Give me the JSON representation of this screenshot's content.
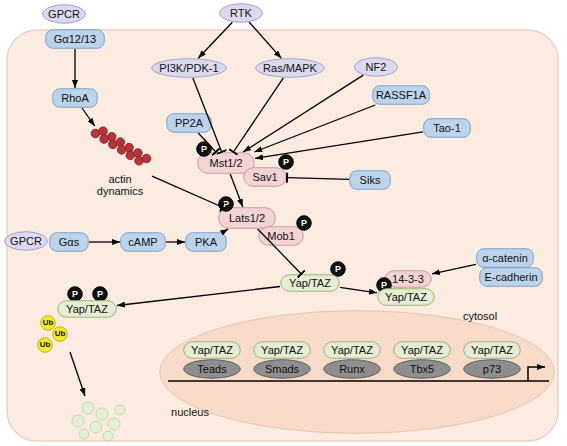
{
  "diagram": {
    "nodes": [
      {
        "text": [
          "GPCR"
        ]
      },
      {
        "text": [
          "RTK"
        ]
      },
      {
        "text": [
          "Gα12/13"
        ]
      },
      {
        "text": [
          "PI3K/PDK-1"
        ]
      },
      {
        "text": [
          "Ras/MAPK"
        ]
      },
      {
        "text": [
          "NF2"
        ]
      },
      {
        "text": [
          "RASSF1A"
        ]
      },
      {
        "text": [
          "RhoA"
        ]
      },
      {
        "text": [
          "PP2A"
        ]
      },
      {
        "text": [
          "Tao-1"
        ]
      },
      {
        "text": [
          "actin dynamics"
        ]
      },
      {
        "text": [
          "Mst1/2"
        ]
      },
      {
        "text": [
          "P"
        ]
      },
      {
        "text": [
          "Sav1"
        ]
      },
      {
        "text": [
          "P"
        ]
      },
      {
        "text": [
          "Siks"
        ]
      },
      {
        "text": [
          "GPCR"
        ]
      },
      {
        "text": [
          "Gαs"
        ]
      },
      {
        "text": [
          "cAMP"
        ]
      },
      {
        "text": [
          "PKA"
        ]
      },
      {
        "text": [
          "Lats1/2"
        ]
      },
      {
        "text": [
          "P"
        ]
      },
      {
        "text": [
          "Mob1"
        ]
      },
      {
        "text": [
          "P"
        ]
      },
      {
        "text": [
          "α-catenin"
        ]
      },
      {
        "text": [
          "14-3-3"
        ]
      },
      {
        "text": [
          "E-cadherin"
        ]
      },
      {
        "text": [
          "P"
        ]
      },
      {
        "text": [
          "Yap/TAZ"
        ]
      },
      {
        "text": [
          "P"
        ]
      },
      {
        "text": [
          "Yap/TAZ"
        ]
      },
      {
        "text": [
          "P"
        ]
      },
      {
        "text": [
          "P"
        ]
      },
      {
        "text": [
          "Yap/TAZ"
        ]
      },
      {
        "text": [
          "Ub"
        ]
      },
      {
        "text": [
          "Ub"
        ]
      },
      {
        "text": [
          "Ub"
        ]
      },
      {
        "text": [
          "nucleus"
        ]
      },
      {
        "text": [
          "Yap/TAZ"
        ],
        "in": 37
      },
      {
        "text": [
          "Yap/TAZ"
        ],
        "in": 37
      },
      {
        "text": [
          "Yap/TAZ"
        ],
        "in": 37
      },
      {
        "text": [
          "Yap/TAZ"
        ],
        "in": 37
      },
      {
        "text": [
          "Yap/TAZ"
        ],
        "in": 37
      },
      {
        "text": [
          "Teads"
        ],
        "in": 37
      },
      {
        "text": [
          "Smads"
        ],
        "in": 37
      },
      {
        "text": [
          "Runx"
        ],
        "in": 37
      },
      {
        "text": [
          "Tbx5"
        ],
        "in": 37
      },
      {
        "text": [
          "p73"
        ],
        "in": 37
      }
    ],
    "edges": [
      {
        "from": 2,
        "to": 7,
        "arrow": "to"
      },
      {
        "from": 7,
        "to": 10,
        "arrow": "to"
      },
      {
        "from": 10,
        "to": 20,
        "arrow": "to"
      },
      {
        "from": 1,
        "to": 3,
        "arrow": "to"
      },
      {
        "from": 1,
        "to": 4,
        "arrow": "to"
      },
      {
        "from": 3,
        "to": 11,
        "arrow": "to"
      },
      {
        "from": 4,
        "to": 11,
        "arrow": "to"
      },
      {
        "from": 5,
        "to": 11,
        "arrow": "to"
      },
      {
        "from": 6,
        "to": 11,
        "arrow": "to"
      },
      {
        "from": 9,
        "to": 11,
        "arrow": "to"
      },
      {
        "from": 8,
        "to": 11,
        "arrow": "to"
      },
      {
        "from": 15,
        "to": 13,
        "arrow": "to"
      },
      {
        "from": 11,
        "to": 20,
        "arrow": "to"
      },
      {
        "from": 17,
        "to": 18,
        "arrow": "to"
      },
      {
        "from": 18,
        "to": 19,
        "arrow": "to"
      },
      {
        "from": 19,
        "to": 20,
        "arrow": "to"
      },
      {
        "from": 20,
        "to": 30,
        "arrow": "to"
      },
      {
        "from": 30,
        "to": 33,
        "arrow": "to"
      },
      {
        "from": 30,
        "to": 28,
        "arrow": "to"
      },
      {
        "from": 24,
        "to": 25,
        "arrow": "to"
      }
    ],
    "labels": [
      "cytosol"
    ]
  }
}
